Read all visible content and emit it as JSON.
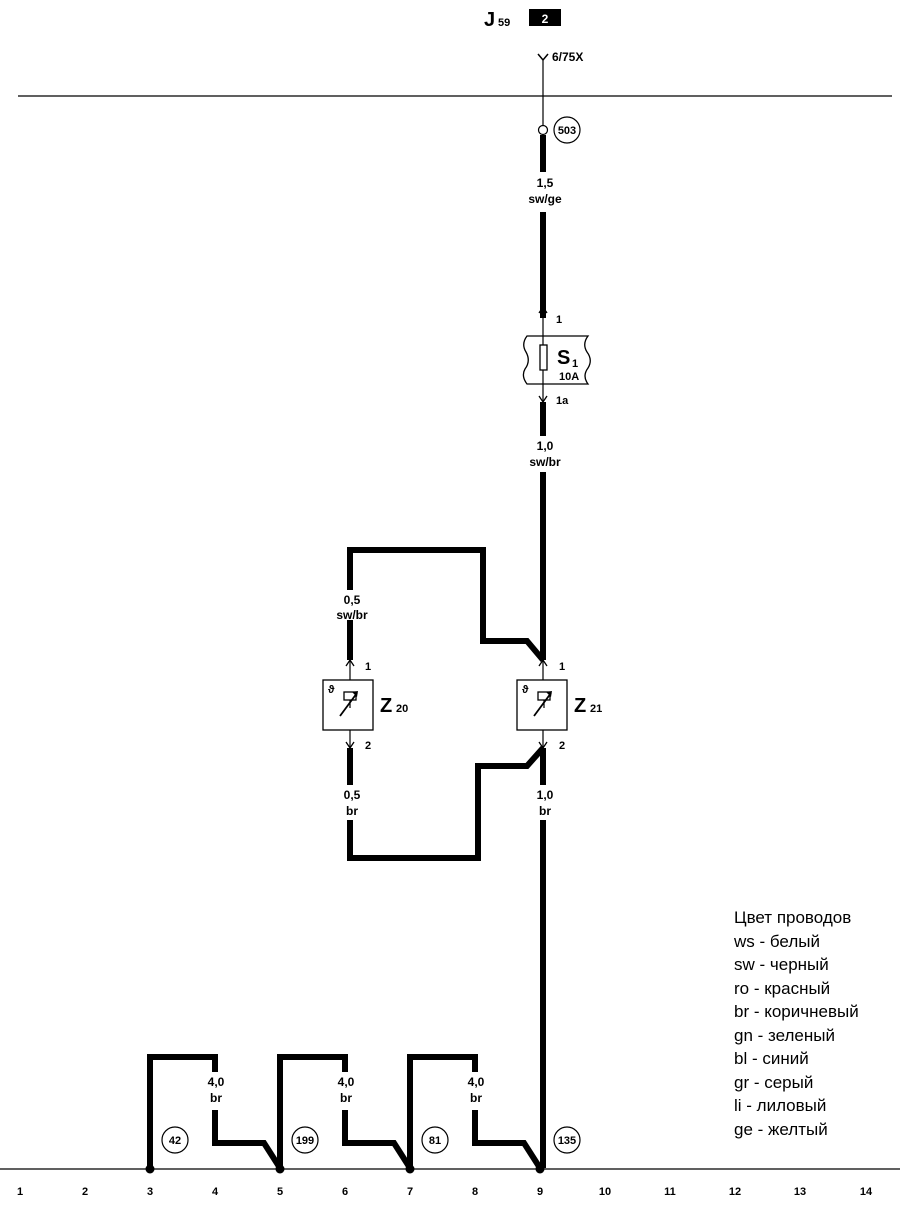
{
  "header": {
    "relay_label": "J",
    "relay_sub": "59",
    "relay_badge": "2",
    "terminal_label": "6/75X"
  },
  "refs": {
    "r503": "503",
    "r42": "42",
    "r199": "199",
    "r81": "81",
    "r135": "135"
  },
  "wires": {
    "top_size": "1,5",
    "top_color": "sw/ge",
    "mid_size": "1,0",
    "mid_color": "sw/br",
    "z20_top_size": "0,5",
    "z20_top_color": "sw/br",
    "z20_bot_size": "0,5",
    "z20_bot_color": "br",
    "z21_bot_size": "1,0",
    "z21_bot_color": "br",
    "g1_size": "4,0",
    "g1_color": "br",
    "g2_size": "4,0",
    "g2_color": "br",
    "g3_size": "4,0",
    "g3_color": "br"
  },
  "fuse": {
    "name": "S",
    "sub": "1",
    "rating": "10A",
    "pin_top": "1",
    "pin_bottom": "1a"
  },
  "z20": {
    "name": "Z",
    "sub": "20",
    "pin_top": "1",
    "pin_bottom": "2",
    "glyph": "ϑ"
  },
  "z21": {
    "name": "Z",
    "sub": "21",
    "pin_top": "1",
    "pin_bottom": "2",
    "glyph": "ϑ"
  },
  "columns": [
    "1",
    "2",
    "3",
    "4",
    "5",
    "6",
    "7",
    "8",
    "9",
    "10",
    "11",
    "12",
    "13",
    "14"
  ],
  "legend": {
    "title": "Цвет проводов",
    "items": [
      "ws - белый",
      "sw - черный",
      "ro - красный",
      "br - коричневый",
      "gn - зеленый",
      "bl - синий",
      "gr - серый",
      "li - лиловый",
      "ge - желтый"
    ]
  }
}
